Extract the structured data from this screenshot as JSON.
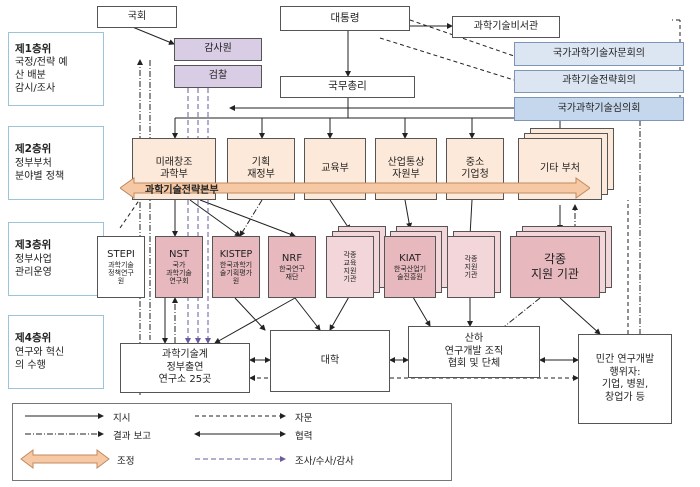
{
  "tiers": [
    {
      "title": "제1층위",
      "lines": [
        "국정/전략 예",
        "산 배분",
        "감시/조사"
      ]
    },
    {
      "title": "제2층위",
      "lines": [
        "정부부처",
        "분야별 정책"
      ]
    },
    {
      "title": "제3층위",
      "lines": [
        "정부사업",
        "관리운영"
      ]
    },
    {
      "title": "제4층위",
      "lines": [
        "연구와 혁신",
        "의 수행"
      ]
    }
  ],
  "nodes": {
    "assembly": "국회",
    "president": "대통령",
    "sci_secretary": "과학기술비서관",
    "audit": "감사원",
    "prosecution": "검찰",
    "pm": "국무총리",
    "advisory_council": "국가과학기술자문회의",
    "strategy_council": "과학기술전략회의",
    "deliberation_council": "국가과학기술심의회",
    "msip": [
      "미래창조",
      "과학부"
    ],
    "mosf": [
      "기획",
      "재정부"
    ],
    "moe": "교육부",
    "motie": [
      "산업통상",
      "자원부"
    ],
    "smba": [
      "중소",
      "기업청"
    ],
    "other_ministries": "기타 부처",
    "strategy_hq": "과학기술전략본부",
    "stepi": {
      "title": "STEPI",
      "sub": [
        "과학기술",
        "정책연구",
        "원"
      ]
    },
    "nst": {
      "title": "NST",
      "sub": [
        "국가",
        "과학기술",
        "연구회"
      ]
    },
    "kistep": {
      "title": "KISTEP",
      "sub": [
        "한국과학기",
        "술기획평가",
        "원"
      ]
    },
    "nrf": {
      "title": "NRF",
      "sub": [
        "한국연구",
        "재단"
      ]
    },
    "edu_agencies": [
      "각종",
      "교육",
      "지원",
      "기관"
    ],
    "kiat": {
      "title": "KIAT",
      "sub": [
        "한국산업기",
        "술진흥원"
      ]
    },
    "smba_agencies": [
      "각종",
      "지원",
      "기관"
    ],
    "various_agencies": [
      "각종",
      "지원 기관"
    ],
    "gov_institutes": [
      "과학기술계",
      "정부출연",
      "연구소 25곳"
    ],
    "university": "대학",
    "industry_rnd": [
      "산하",
      "연구개발 조직",
      "협회 및 단체"
    ],
    "private_rnd": [
      "민간 연구개발",
      "행위자:",
      "기업, 병원,",
      "창업가 등"
    ]
  },
  "legend": {
    "directive": "지시",
    "report": "결과 보고",
    "coordinate": "조정",
    "advice": "자문",
    "cooperation": "협력",
    "investigation": "조사/수사/감사"
  },
  "colors": {
    "lavender": "#d9cde6",
    "light_blue": "#dce6f3",
    "blue": "#c5d7ec",
    "peach": "#fde9d9",
    "pink": "#e7b9be",
    "arrow_fill": "#f6c9a4",
    "investigation_line": "#6b5b9e"
  }
}
